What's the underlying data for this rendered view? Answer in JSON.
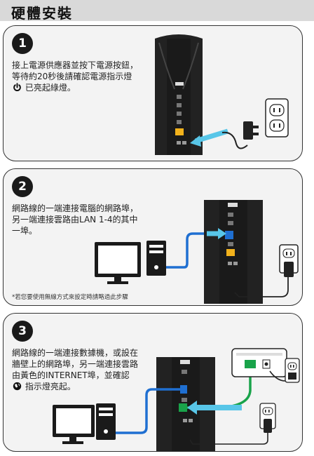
{
  "header": {
    "title": "硬體安裝"
  },
  "steps": [
    {
      "number": "1",
      "text_a": "接上電源供應器並按下電源按鈕，等待約20秒後請確認電源指示燈",
      "text_b": "已亮起綠燈。"
    },
    {
      "number": "2",
      "text": "網路線的一端連接電腦的網路埠，另一端連接雲路由LAN 1-4的其中一埠。",
      "note": "*若您要使用無線方式來設定時請略過此步驟"
    },
    {
      "number": "3",
      "text_a": "網路線的一端連接數據機，或設在牆壁上的網路埠，另一端連接雲路由黃色的INTERNET埠，並確認",
      "text_b": "指示燈亮起。"
    }
  ],
  "colors": {
    "badge": "#1a1a1a",
    "lan_cable": "#1f6fd1",
    "internet_cable": "#19a34a",
    "internet_port": "#f2b21c",
    "arrow": "#58c6e8"
  },
  "icons": [
    "power-icon",
    "globe-icon"
  ]
}
